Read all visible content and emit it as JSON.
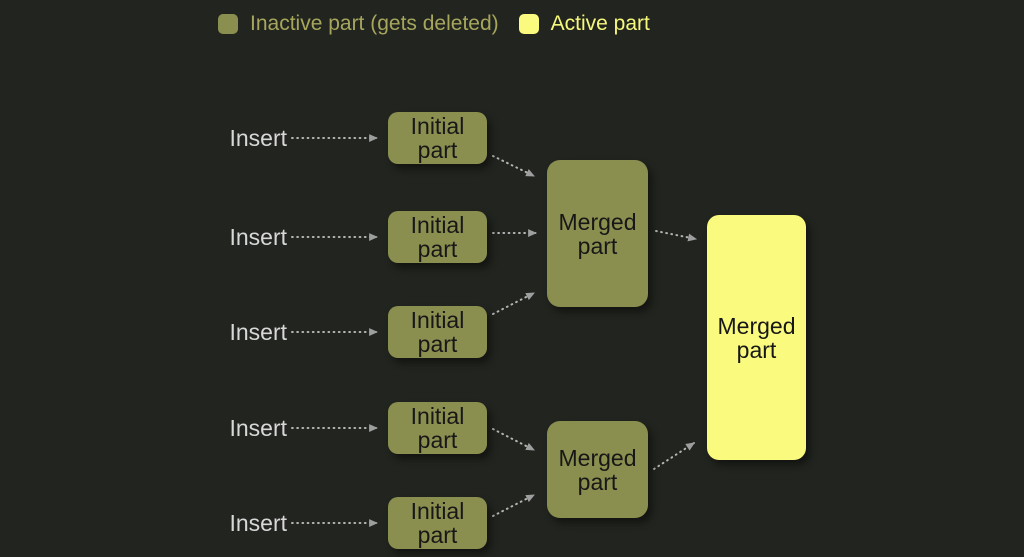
{
  "legend": {
    "inactive_label": "Inactive part (gets deleted)",
    "active_label": "Active part"
  },
  "colors": {
    "background": "#22241f",
    "inactive_part": "#8a8e4f",
    "active_part": "#fafa7e",
    "legend_inactive_text": "#a6a65c",
    "legend_active_text": "#f6f87c",
    "insert_text": "#d8d8d8",
    "box_text": "#171717",
    "arrow": "#b4b4b4"
  },
  "rows": [
    {
      "insert_label": "Insert",
      "box_label": "Initial part"
    },
    {
      "insert_label": "Insert",
      "box_label": "Initial part"
    },
    {
      "insert_label": "Insert",
      "box_label": "Initial part"
    },
    {
      "insert_label": "Insert",
      "box_label": "Initial part"
    },
    {
      "insert_label": "Insert",
      "box_label": "Initial part"
    }
  ],
  "merged_parts": {
    "top": "Merged part",
    "bottom": "Merged part",
    "final": "Merged part"
  }
}
